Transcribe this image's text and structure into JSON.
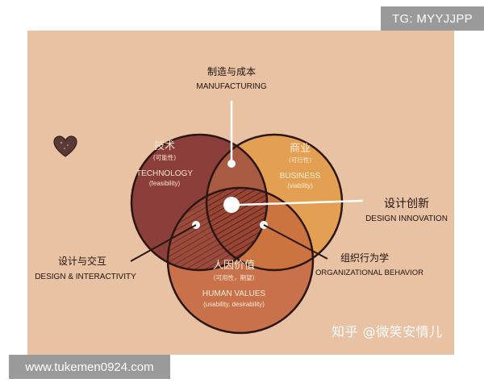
{
  "overlays": {
    "top_badge": "TG: MYYJJPP",
    "bottom_badge": "www.tukemen0924.com",
    "sticker": "知乎 @微笑安情儿"
  },
  "diagram": {
    "manufacturing": {
      "cn": "制造与成本",
      "en": "MANUFACTURING"
    },
    "technology": {
      "cn": "技术",
      "sub": "(可能性)",
      "en": "TECHNOLOGY",
      "en_sub": "(feasibility)"
    },
    "business": {
      "cn": "商业",
      "sub": "(可行性)",
      "en": "BUSINESS",
      "en_sub": "(viability)"
    },
    "human_values": {
      "cn": "人因价值",
      "sub": "(可用性，期望)",
      "en": "HUMAN VALUES",
      "en_sub": "(usability, desirability)"
    },
    "design_innovation": {
      "cn": "设计创新",
      "en": "DESIGN INNOVATION"
    },
    "design_interactivity": {
      "cn": "设计与交互",
      "en": "DESIGN & INTERACTIVITY"
    },
    "organizational_behavior": {
      "cn": "组织行为学",
      "en": "ORGANIZATIONAL BEHAVIOR"
    }
  },
  "colors": {
    "background": "#e9c2a4",
    "technology": "#8c3f3a",
    "business": "#e3a052",
    "human_values": "#c66a43",
    "outline": "#2b1612"
  }
}
